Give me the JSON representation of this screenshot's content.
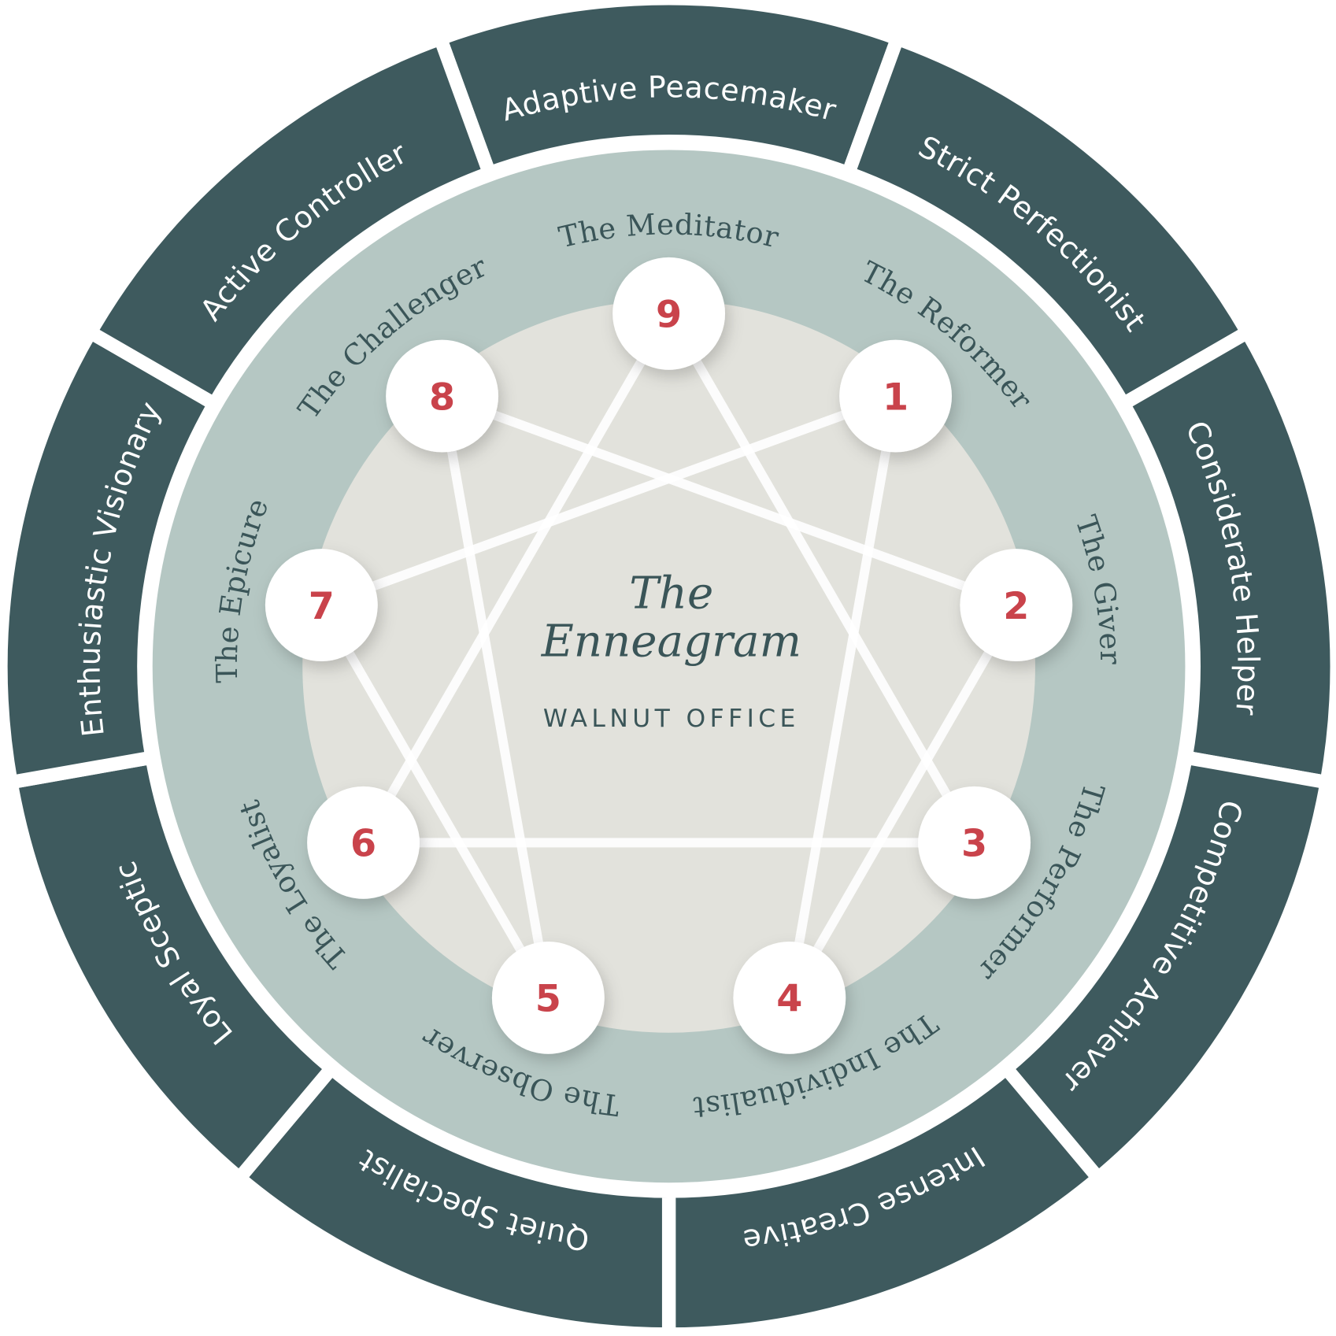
{
  "title": {
    "line1": "The",
    "line2": "Enneagram"
  },
  "subtitle": "WALNUT OFFICE",
  "colors": {
    "outer_ring": "#3e5a5e",
    "middle_ring": "#b5c7c3",
    "inner_disc": "#e2e2dc",
    "number": "#c9434b",
    "text": "#3a5558",
    "lines": "#ffffff"
  },
  "types": [
    {
      "number": "9",
      "name": "The Meditator",
      "label": "Adaptive Peacemaker"
    },
    {
      "number": "1",
      "name": "The Reformer",
      "label": "Strict Perfectionist"
    },
    {
      "number": "2",
      "name": "The Giver",
      "label": "Considerate Helper"
    },
    {
      "number": "3",
      "name": "The Performer",
      "label": "Competitive Achiever"
    },
    {
      "number": "4",
      "name": "The Individualist",
      "label": "Intense Creative"
    },
    {
      "number": "5",
      "name": "The Observer",
      "label": "Quiet Specialist"
    },
    {
      "number": "6",
      "name": "The Loyalist",
      "label": "Loyal Sceptic"
    },
    {
      "number": "7",
      "name": "The Epicure",
      "label": "Enthusiastic Visionary"
    },
    {
      "number": "8",
      "name": "The Challenger",
      "label": "Active Controller"
    }
  ],
  "connections": {
    "triangle": [
      "9",
      "3",
      "6",
      "9"
    ],
    "hexad": [
      "1",
      "4",
      "2",
      "8",
      "5",
      "7",
      "1"
    ]
  }
}
